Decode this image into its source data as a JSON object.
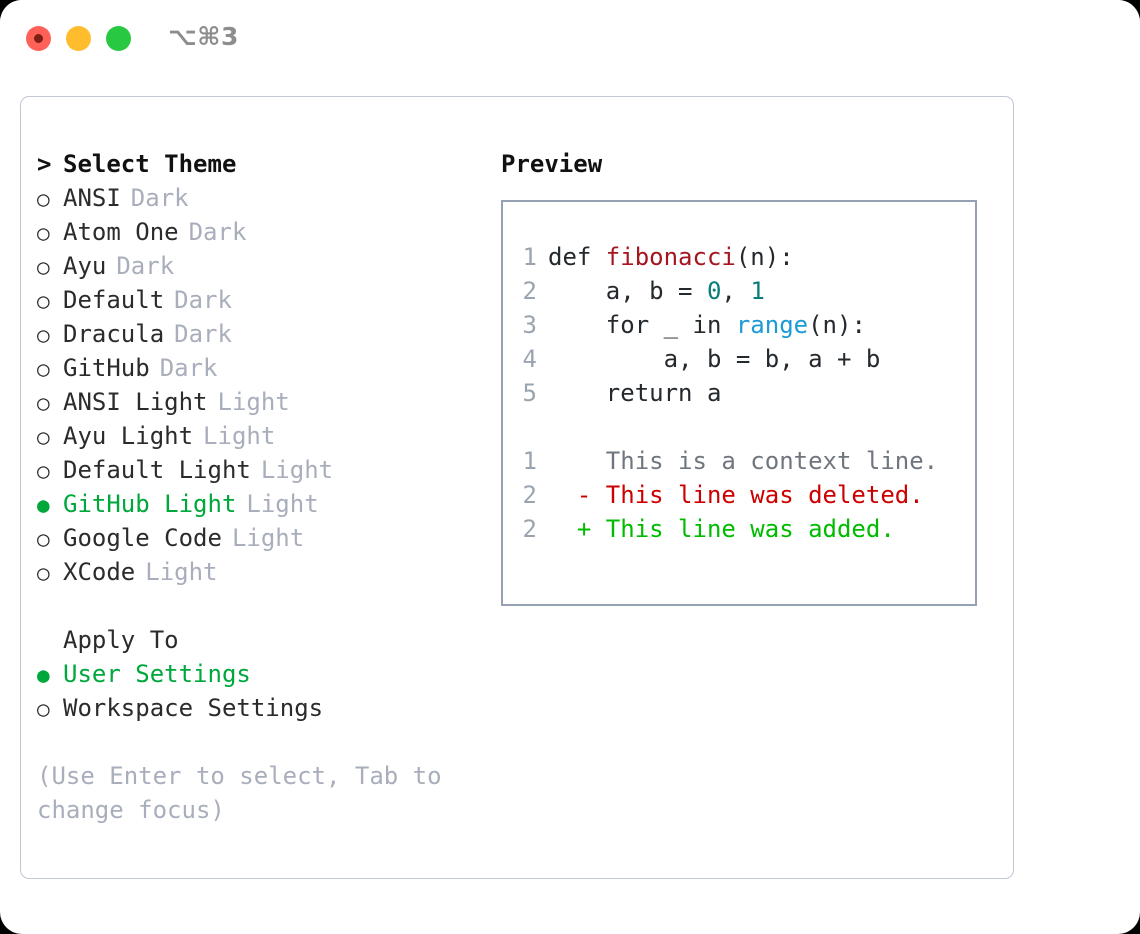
{
  "window": {
    "shortcut_label": "⌥⌘3",
    "traffic_lights": [
      {
        "name": "close",
        "color": "#ff6159"
      },
      {
        "name": "minimize",
        "color": "#ffbd2e"
      },
      {
        "name": "maximize",
        "color": "#28c840"
      }
    ]
  },
  "theme_picker": {
    "header_marker": ">",
    "header_label": "Select Theme",
    "marker_unselected": "○",
    "marker_selected": "●",
    "selected_color": "#00a83c",
    "themes": [
      {
        "name": "ANSI",
        "variant": "Dark",
        "selected": false
      },
      {
        "name": "Atom One",
        "variant": "Dark",
        "selected": false
      },
      {
        "name": "Ayu",
        "variant": "Dark",
        "selected": false
      },
      {
        "name": "Default",
        "variant": "Dark",
        "selected": false
      },
      {
        "name": "Dracula",
        "variant": "Dark",
        "selected": false
      },
      {
        "name": "GitHub",
        "variant": "Dark",
        "selected": false
      },
      {
        "name": "ANSI Light",
        "variant": "Light",
        "selected": false
      },
      {
        "name": "Ayu Light",
        "variant": "Light",
        "selected": false
      },
      {
        "name": "Default Light",
        "variant": "Light",
        "selected": false
      },
      {
        "name": "GitHub Light",
        "variant": "Light",
        "selected": true
      },
      {
        "name": "Google Code",
        "variant": "Light",
        "selected": false
      },
      {
        "name": "XCode",
        "variant": "Light",
        "selected": false
      }
    ]
  },
  "apply_to": {
    "header_label": "Apply To",
    "options": [
      {
        "label": "User Settings",
        "selected": true
      },
      {
        "label": "Workspace Settings",
        "selected": false
      }
    ]
  },
  "hint": {
    "text": "(Use Enter to select, Tab to change focus)"
  },
  "preview": {
    "title": "Preview",
    "code_lines": [
      {
        "number": "1",
        "tokens": [
          {
            "text": "def ",
            "kind": "kw"
          },
          {
            "text": "fibonacci",
            "kind": "fn"
          },
          {
            "text": "(n):",
            "kind": "plain"
          }
        ]
      },
      {
        "number": "2",
        "tokens": [
          {
            "text": "    a, b = ",
            "kind": "plain"
          },
          {
            "text": "0",
            "kind": "num"
          },
          {
            "text": ", ",
            "kind": "plain"
          },
          {
            "text": "1",
            "kind": "num"
          }
        ]
      },
      {
        "number": "3",
        "tokens": [
          {
            "text": "    for _ in ",
            "kind": "plain"
          },
          {
            "text": "range",
            "kind": "call"
          },
          {
            "text": "(n):",
            "kind": "plain"
          }
        ]
      },
      {
        "number": "4",
        "tokens": [
          {
            "text": "        a, b = b, a + b",
            "kind": "plain"
          }
        ]
      },
      {
        "number": "5",
        "tokens": [
          {
            "text": "    return a",
            "kind": "plain"
          }
        ]
      }
    ],
    "diff_lines": [
      {
        "number": "1",
        "sign": " ",
        "text": "This is a context line.",
        "kind": "ctx"
      },
      {
        "number": "2",
        "sign": "-",
        "text": "This line was deleted.",
        "kind": "del"
      },
      {
        "number": "2",
        "sign": "+",
        "text": "This line was added.",
        "kind": "add"
      }
    ],
    "colors": {
      "function": "#a6151f",
      "number": "#0a7d78",
      "builtin": "#1b9ad6",
      "diff_deleted": "#cc0000",
      "diff_added": "#00bb00",
      "diff_context": "#6f767e",
      "gutter": "#9aa4b0",
      "border": "#96a2b3"
    }
  }
}
